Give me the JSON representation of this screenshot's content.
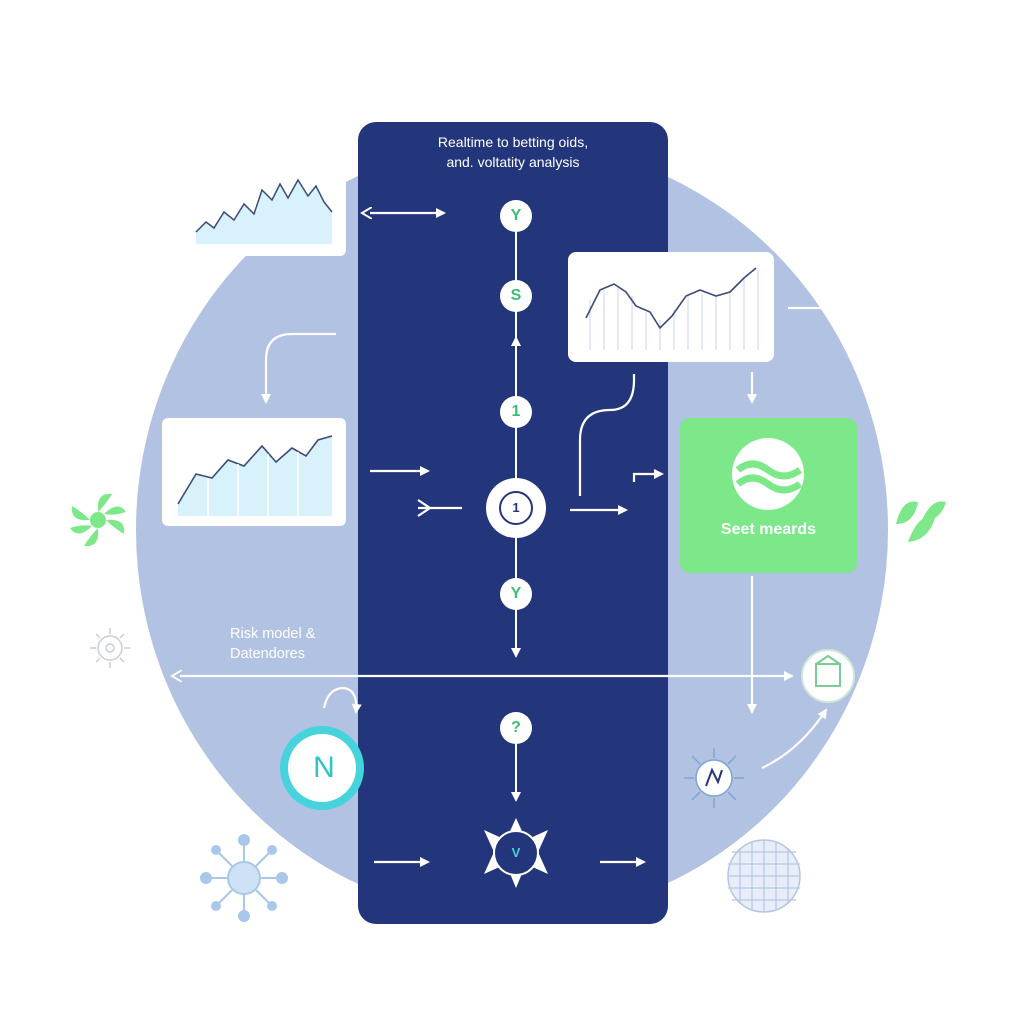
{
  "header": {
    "line1": "Realtime to betting oids,",
    "line2": "and. voltatity analysis"
  },
  "risk_label": {
    "line1": "Risk model &",
    "line2": "Datendores"
  },
  "cta": {
    "label": "Seet meards"
  },
  "nodes": {
    "n1": "Y",
    "n2": "S",
    "n3": "1",
    "hub": "1",
    "n4": "Y",
    "n5": "?",
    "n6": "V"
  },
  "side_node": "N",
  "colors": {
    "panel": "#24367b",
    "circle": "#b1c2e2",
    "accent_green": "#7de889",
    "teal": "#46d3dc",
    "chart_fill": "#d7f2fa",
    "chart_line": "#3c4a7c"
  },
  "icons": [
    "pinwheel-icon",
    "leaf-icon",
    "gear-icon",
    "network-icon",
    "store-icon",
    "grid-sphere-icon",
    "compass-icon"
  ]
}
